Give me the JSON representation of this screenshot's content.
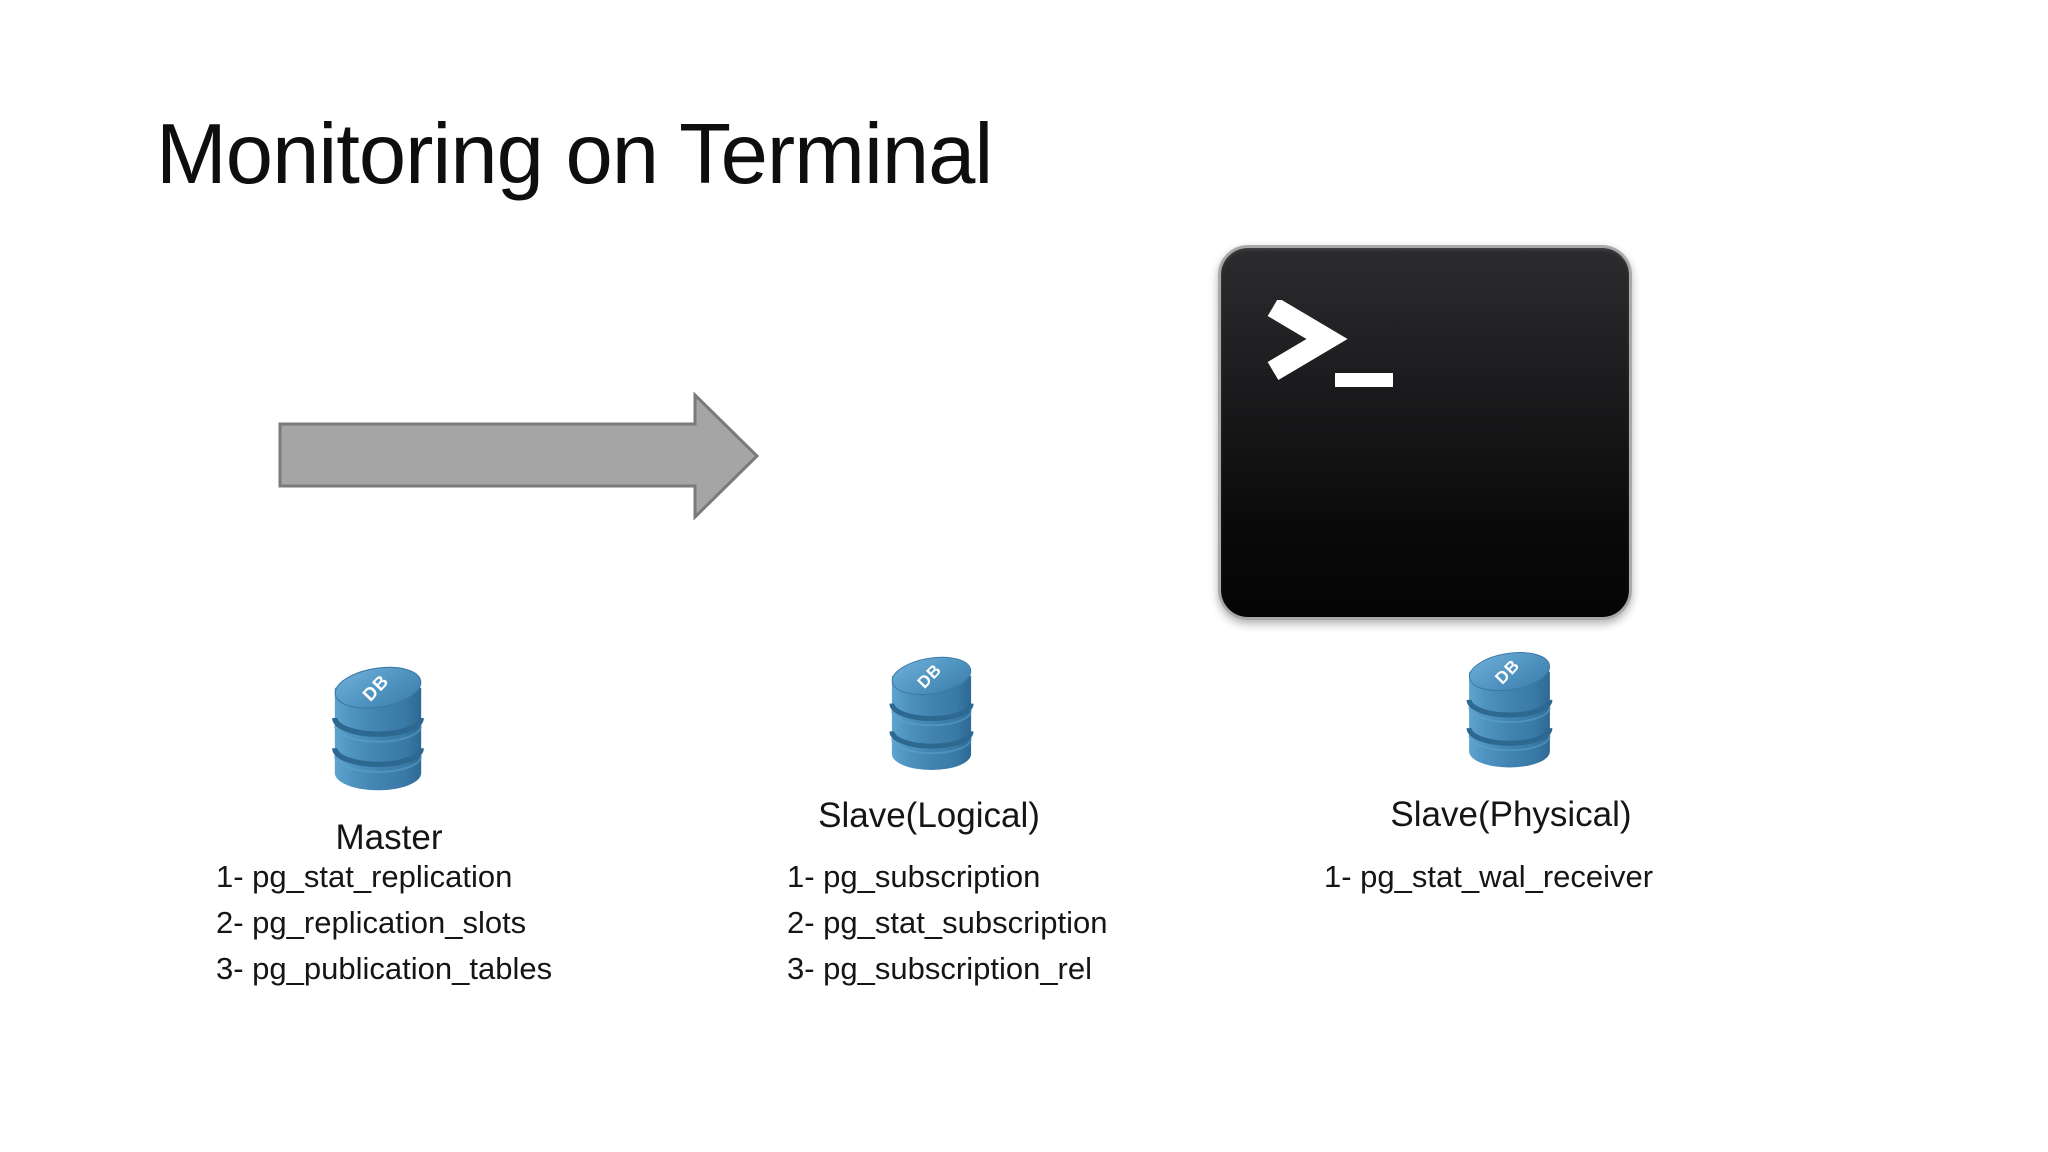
{
  "slide": {
    "title": "Monitoring on Terminal"
  },
  "colors": {
    "db_blue": "#4283b1",
    "db_blue_light": "#68a9d4",
    "db_blue_dark": "#2e6994",
    "arrow_fill": "#a5a5a5",
    "arrow_border": "#7a7a7a",
    "terminal_bg": "#0a0a0b",
    "terminal_rim": "#a9a9a9",
    "prompt_white": "#ffffff",
    "text": "#151515"
  },
  "icons": {
    "db_label": "DB",
    "terminal_prompt": ">_"
  },
  "nodes": [
    {
      "label": "Master",
      "items": [
        "1- pg_stat_replication",
        "2- pg_replication_slots",
        "3- pg_publication_tables"
      ]
    },
    {
      "label": "Slave(Logical)",
      "items": [
        "1- pg_subscription",
        "2- pg_stat_subscription",
        "3- pg_subscription_rel"
      ]
    },
    {
      "label": "Slave(Physical)",
      "items": [
        "1- pg_stat_wal_receiver"
      ]
    }
  ]
}
